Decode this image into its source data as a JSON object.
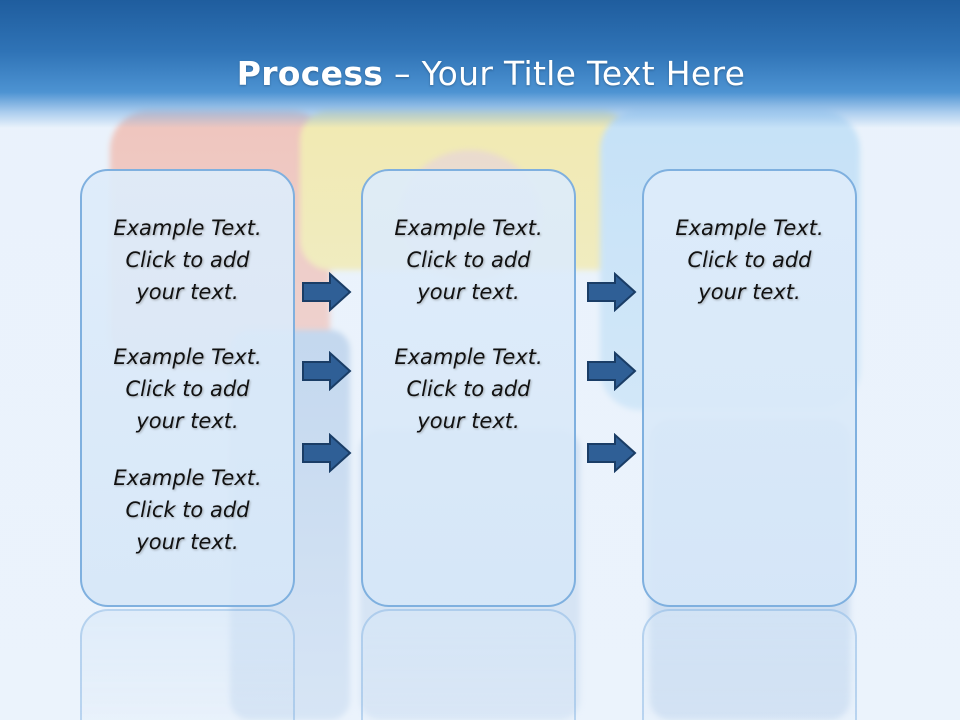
{
  "title": {
    "bold": "Process",
    "rest": " – Your Title Text Here"
  },
  "panels": [
    {
      "blocks": [
        {
          "line1": "Example Text.",
          "line2": "Click  to add",
          "line3": "your text."
        },
        {
          "line1": "Example Text.",
          "line2": "Click  to add",
          "line3": "your text."
        },
        {
          "line1": "Example Text.",
          "line2": "Click  to add",
          "line3": "your text."
        }
      ]
    },
    {
      "blocks": [
        {
          "line1": "Example Text.",
          "line2": "Click  to add",
          "line3": "your text."
        },
        {
          "line1": "Example Text.",
          "line2": "Click  to add",
          "line3": "your text."
        }
      ]
    },
    {
      "blocks": [
        {
          "line1": "Example Text.",
          "line2": "Click  to add",
          "line3": "your text."
        }
      ]
    }
  ],
  "colors": {
    "title_band": "#2f73b6",
    "panel_border": "#7fb0df",
    "arrow_fill": "#2f5f96",
    "arrow_stroke": "#1a3d66"
  },
  "icons": {
    "connector": "right-arrow-icon"
  }
}
